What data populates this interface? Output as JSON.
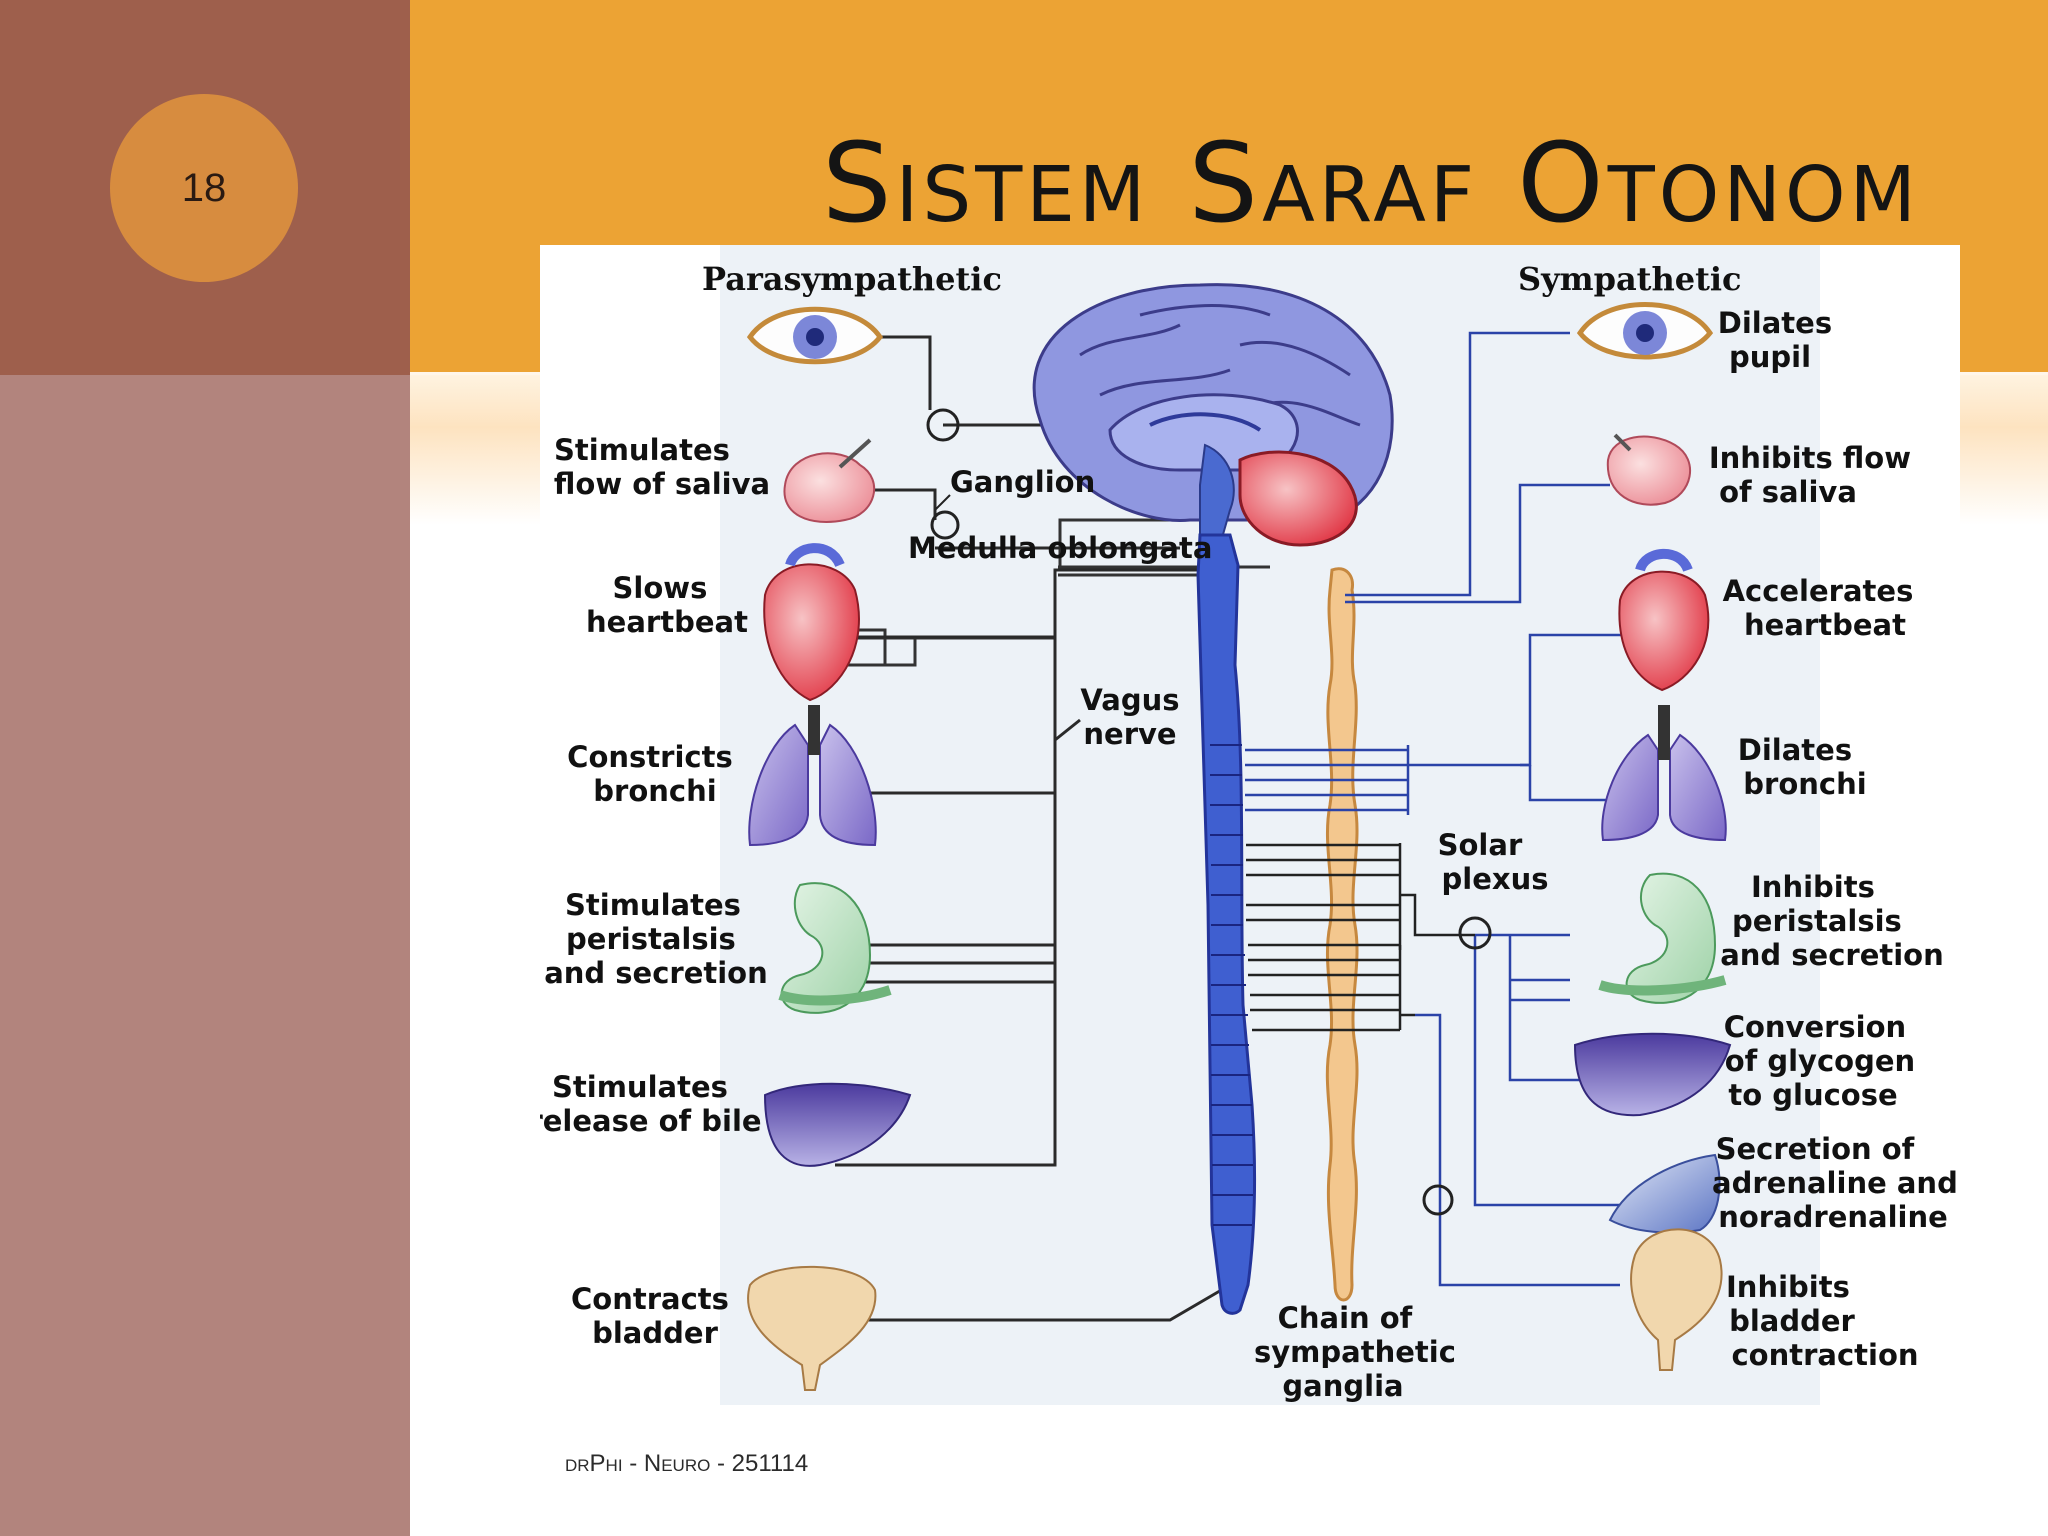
{
  "slide": {
    "number": "18",
    "title": "Sistem Saraf Otonom",
    "footer": "drPhi - Neuro - 251114"
  },
  "diagram": {
    "parasympathetic": {
      "heading": "Parasympathetic",
      "labels": {
        "saliva": [
          "Stimulates",
          "flow of saliva"
        ],
        "heart": [
          "Slows",
          "heartbeat"
        ],
        "bronchi": [
          "Constricts",
          "bronchi"
        ],
        "stomach": [
          "Stimulates",
          "peristalsis",
          "and secretion"
        ],
        "bile": [
          "Stimulates",
          "release of bile"
        ],
        "bladder": [
          "Contracts",
          "bladder"
        ]
      }
    },
    "sympathetic": {
      "heading": "Sympathetic",
      "labels": {
        "pupil": [
          "Dilates",
          "pupil"
        ],
        "saliva": [
          "Inhibits flow",
          "of saliva"
        ],
        "heart": [
          "Accelerates",
          "heartbeat"
        ],
        "bronchi": [
          "Dilates",
          "bronchi"
        ],
        "stomach": [
          "Inhibits",
          "peristalsis",
          "and secretion"
        ],
        "liver": [
          "Conversion",
          "of glycogen",
          "to glucose"
        ],
        "adrenal": [
          "Secretion of",
          "adrenaline and",
          "noradrenaline"
        ],
        "bladder": [
          "Inhibits",
          "bladder",
          "contraction"
        ]
      }
    },
    "center": {
      "ganglion": "Ganglion",
      "medulla": "Medulla oblongata",
      "vagus": [
        "Vagus",
        "nerve"
      ],
      "solar": [
        "Solar",
        "plexus"
      ],
      "chain": [
        "Chain of",
        "sympathetic",
        "ganglia"
      ]
    }
  }
}
